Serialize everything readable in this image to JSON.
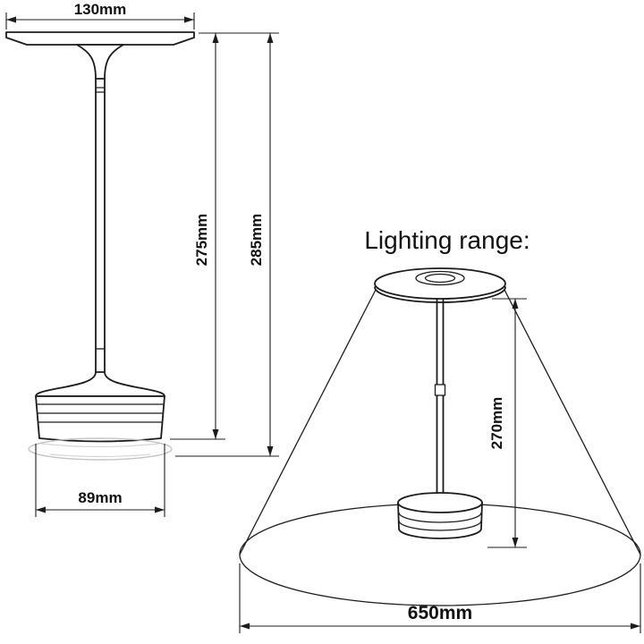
{
  "canvas": {
    "background": "#ffffff",
    "line_color": "#1c1c1c",
    "reflection_color": "#c4c4c4"
  },
  "side_view": {
    "dim_head_width": "130mm",
    "dim_body_height": "275mm",
    "dim_total_height": "285mm",
    "dim_base_width": "89mm"
  },
  "lighting_view": {
    "title": "Lighting range:",
    "dim_lamp_height": "270mm",
    "dim_light_diameter": "650mm"
  }
}
